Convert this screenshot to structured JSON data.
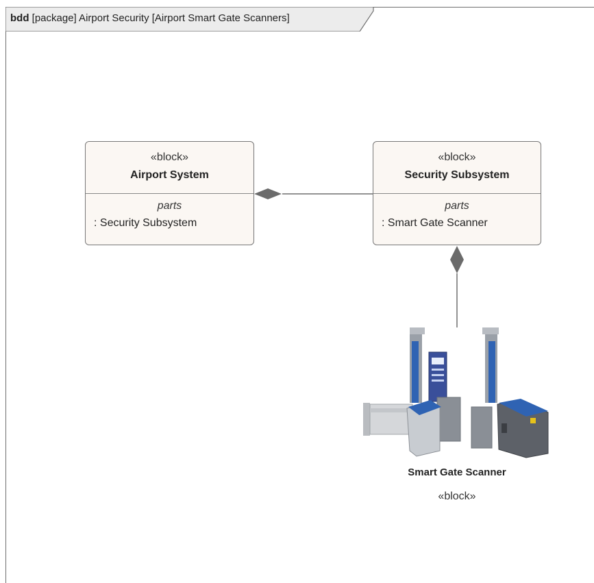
{
  "frame": {
    "kind": "bdd",
    "heading": "[package] Airport Security [Airport Smart Gate Scanners]"
  },
  "blocks": [
    {
      "stereotype": "«block»",
      "name": "Airport System",
      "compartment_title": "parts",
      "parts": [
        ": Security Subsystem"
      ]
    },
    {
      "stereotype": "«block»",
      "name": "Security Subsystem",
      "compartment_title": "parts",
      "parts": [
        ": Smart Gate Scanner"
      ]
    }
  ],
  "scanner": {
    "name": "Smart Gate Scanner",
    "stereotype": "«block»",
    "icon": "smart-gate-scanner-icon"
  },
  "connections": [
    {
      "from": "Airport System",
      "to": "Security Subsystem",
      "type": "composition",
      "whole": "Airport System"
    },
    {
      "from": "Security Subsystem",
      "to": "Smart Gate Scanner",
      "type": "composition",
      "whole": "Security Subsystem"
    }
  ],
  "colors": {
    "block_fill": "#fbf7f3",
    "frame_tab": "#ececec",
    "line": "#6f6f6f",
    "diamond": "#6b6b6b",
    "scanner_blue": "#2f63b3",
    "scanner_gray": "#8a8f96"
  }
}
